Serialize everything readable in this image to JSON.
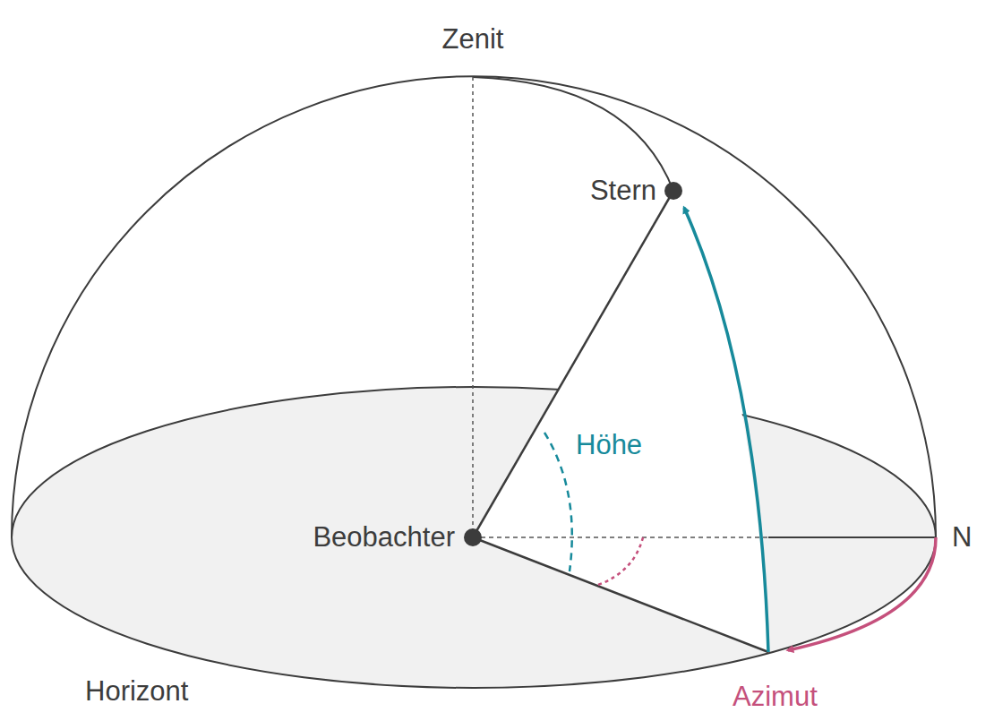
{
  "diagram": {
    "labels": [
      "Zenit",
      "Stern",
      "Höhe",
      "Beobachter",
      "N",
      "Horizont",
      "Azimut"
    ]
  }
}
